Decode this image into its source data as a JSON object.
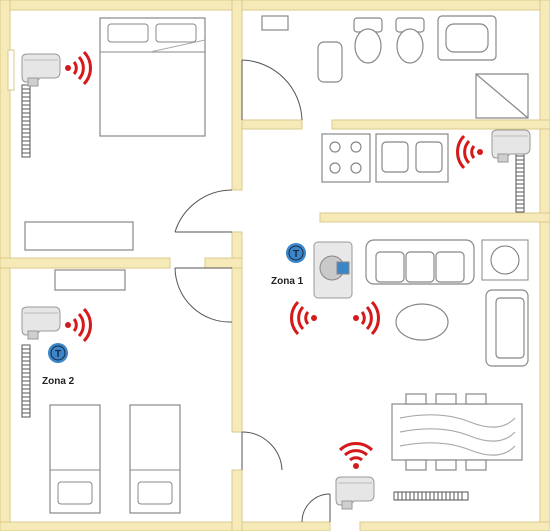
{
  "zones": [
    {
      "label": "Zona 1",
      "badge": "T"
    },
    {
      "label": "Zona 2",
      "badge": "T"
    }
  ],
  "colors": {
    "wall": "#f6ebb8",
    "wall_edge": "#d9c98a",
    "floor": "#ffffff",
    "furniture_stroke": "#8a8a8a",
    "signal": "#d41a1a",
    "badge": "#3a86c8",
    "radiator": "#555555"
  },
  "icons": [
    "radiator-valve-icon",
    "wireless-signal-icon",
    "thermostat-icon",
    "radiator-icon"
  ]
}
